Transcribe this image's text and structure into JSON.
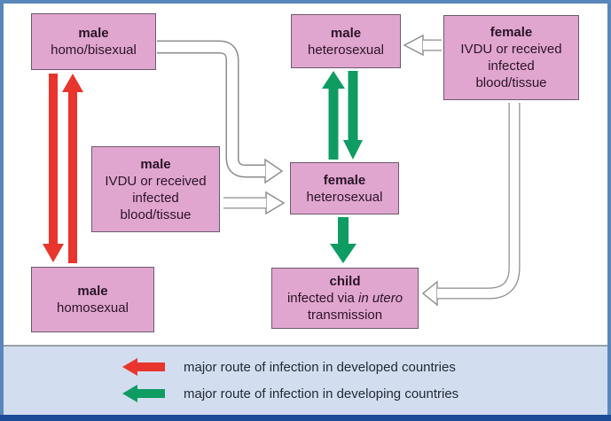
{
  "figure": {
    "description": "HIV transmission routes diagram",
    "boxes": {
      "male_homo_bisexual": {
        "title": "male",
        "line1": "homo/bisexual"
      },
      "male_heterosexual": {
        "title": "male",
        "line1": "heterosexual"
      },
      "female_ivdu": {
        "title": "female",
        "line1": "IVDU or received",
        "line2": "infected",
        "line3": "blood/tissue"
      },
      "male_ivdu": {
        "title": "male",
        "line1": "IVDU or received",
        "line2": "infected",
        "line3": "blood/tissue"
      },
      "female_heterosexual": {
        "title": "female",
        "line1": "heterosexual"
      },
      "male_homosexual": {
        "title": "male",
        "line1": "homosexual"
      },
      "child": {
        "title": "child",
        "line1_part1": "infected via ",
        "line1_italic": "in utero",
        "line2": "transmission"
      }
    },
    "connections": [
      {
        "from": "male homo/bisexual",
        "to": "male homosexual",
        "style": "red-solid",
        "bidirectional": true
      },
      {
        "from": "male heterosexual",
        "to": "female heterosexual",
        "style": "green-solid",
        "bidirectional": true
      },
      {
        "from": "female heterosexual",
        "to": "child",
        "style": "green-solid",
        "bidirectional": false
      },
      {
        "from": "male homo/bisexual",
        "to": "female heterosexual",
        "style": "outline",
        "bidirectional": false
      },
      {
        "from": "male IVDU or received infected blood/tissue",
        "to": "female heterosexual",
        "style": "outline",
        "bidirectional": false
      },
      {
        "from": "female IVDU or received infected blood/tissue",
        "to": "male heterosexual",
        "style": "outline",
        "bidirectional": false
      },
      {
        "from": "female IVDU or received infected blood/tissue",
        "to": "child",
        "style": "outline",
        "bidirectional": false
      }
    ]
  },
  "legend": {
    "items": [
      {
        "arrow_color": "#e8352d",
        "label": "major route of infection in developed countries"
      },
      {
        "arrow_color": "#0e9c62",
        "label": "major route of infection in developing countries"
      }
    ]
  },
  "colors": {
    "background": "#ffffff",
    "frame": "#5987bb",
    "bottom_bar": "#1c4b97",
    "legend_bg": "#d3ddf0",
    "legend_rule": "#9aa0a8",
    "legend_text": "#222a33",
    "box_fill": "#e1a6cf",
    "box_border": "#6a5a6e",
    "box_text": "#2a1428",
    "red": "#e8352d",
    "green": "#0e9c62",
    "outline_arrow": "#8c8c8c"
  }
}
